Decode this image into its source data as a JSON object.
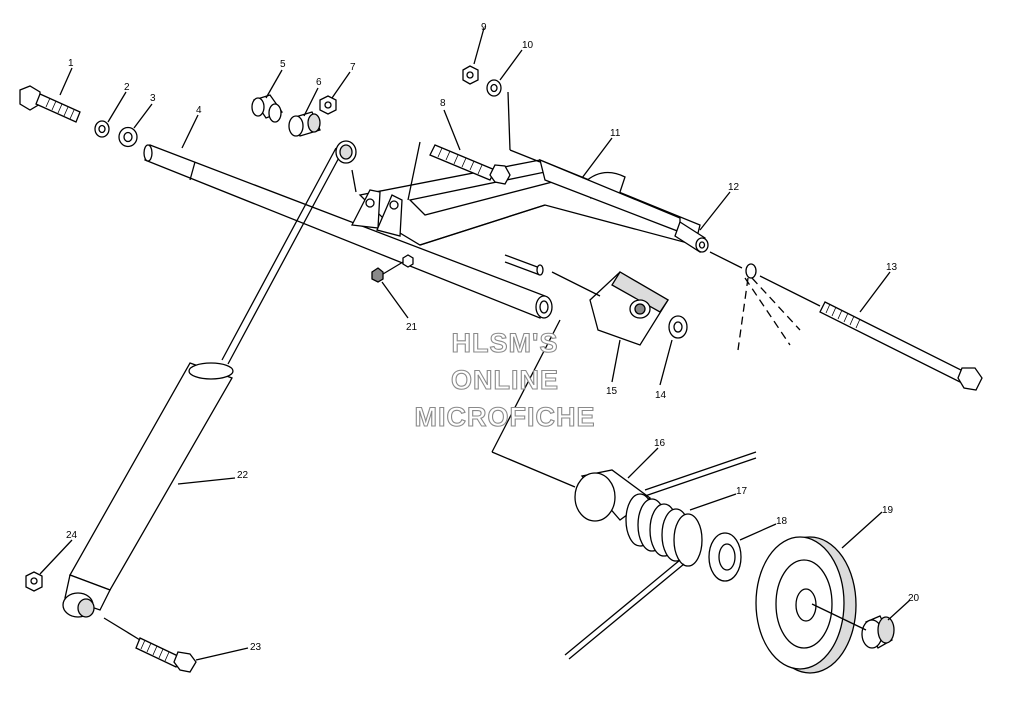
{
  "watermark": {
    "line1": "HLSM'S",
    "line2": "ONLINE",
    "line3": "MICROFICHE"
  },
  "callouts": [
    {
      "label": "1"
    },
    {
      "label": "2"
    },
    {
      "label": "3"
    },
    {
      "label": "4"
    },
    {
      "label": "5"
    },
    {
      "label": "6"
    },
    {
      "label": "7"
    },
    {
      "label": "8"
    },
    {
      "label": "9"
    },
    {
      "label": "10"
    },
    {
      "label": "11"
    },
    {
      "label": "12"
    },
    {
      "label": "13"
    },
    {
      "label": "14"
    },
    {
      "label": "15"
    },
    {
      "label": "16"
    },
    {
      "label": "17"
    },
    {
      "label": "18"
    },
    {
      "label": "19"
    },
    {
      "label": "20"
    },
    {
      "label": "21"
    },
    {
      "label": "22"
    },
    {
      "label": "23"
    },
    {
      "label": "24"
    }
  ]
}
